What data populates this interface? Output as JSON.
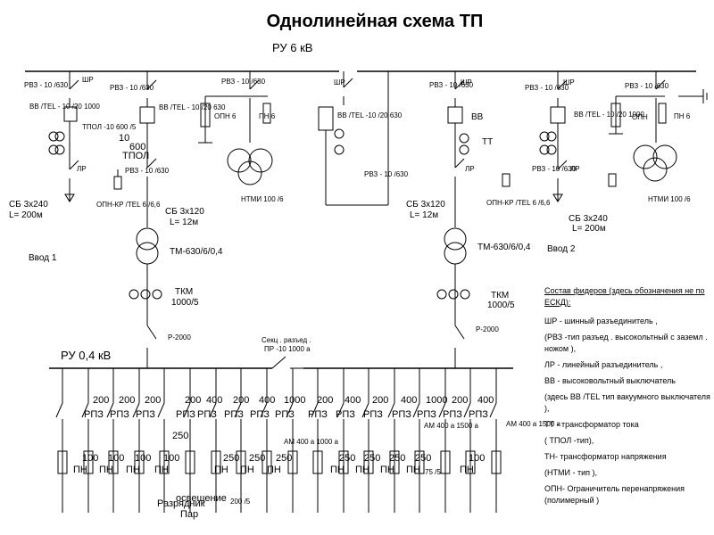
{
  "title": "Однолинейная схема ТП",
  "bus_hv_label": "РУ 6 кВ",
  "bus_lv_label": "РУ 0,4 кВ",
  "inputs": [
    "Ввод 1",
    "Ввод 2"
  ],
  "left": {
    "rvz_top": "РВЗ - 10 /630",
    "shr": "ШР",
    "rvz2": "РВЗ - 10 /630",
    "vv": "ВВ /TEL - 10 /20 1000",
    "tpol": "ТПОЛ -10 600 /5",
    "vv2": "ВВ /TEL - 10 /20 630",
    "lr": "ЛР",
    "rvz3": "РВЗ - 10 /630",
    "opn_kr": "ОПН-КР /TEL 6 /6,6",
    "cable1": "СБ 3х240",
    "cable1_len": "L= 200м",
    "cable2": "СБ 3х120",
    "cable2_len": "L= 12м",
    "tr": "ТМ-630/6/0,4",
    "tkm": "ТКМ",
    "tkm_ratio": "1000/5",
    "r2000": "Р-2000",
    "ovl_10": "10",
    "ovl_600": "600",
    "ovl_tpol": "ТПОЛ"
  },
  "mid": {
    "rvz": "РВЗ - 10 /630",
    "opn": "ОПН 6",
    "pn": "ПН 6",
    "ntmi": "НТМИ 100 /6",
    "shr": "ШР",
    "vv": "ВВ /TEL -10 /20 630",
    "rvz2": "РВЗ - 10 /630",
    "secc": "Секц . разъед .",
    "secc2": "ПР -10 1000 а"
  },
  "right": {
    "rvz": "РВЗ - 10 /630",
    "shr": "ШР",
    "vv": "ВВ",
    "tt": "ТТ",
    "lr": "ЛР",
    "opn_kr": "ОПН-КР /TEL 6 /6,6",
    "cable": "СБ 3х120",
    "cable_len": "L= 12м",
    "tr": "ТМ-630/6/0,4",
    "tkm": "ТКМ",
    "tkm_ratio": "1000/5",
    "r2000": "Р-2000",
    "rvz2": "РВЗ - 10 /630",
    "vv2": "ВВ /TEL - 10 /20 1000",
    "opn": "ОПН",
    "pn": "ПН 6",
    "ntmi": "НТМИ 100 /6",
    "rvz3": "РВЗ - 10 /630",
    "lr2": "ЛР",
    "cable2": "СБ 3х240",
    "cable2_len": "L= 200м",
    "rvz_far": "РВЗ - 10 /630",
    "shr2": "ШР"
  },
  "feeders": {
    "rpz_ratings": [
      "200",
      "200",
      "200",
      "200",
      "400",
      "200",
      "400",
      "1000",
      "200",
      "400",
      "200",
      "400",
      "1000",
      "200",
      "400"
    ],
    "rpz_labels": [
      "РПЗ",
      "РПЗ",
      "РПЗ",
      "РПЗ",
      "РПЗ",
      "РПЗ",
      "РПЗ",
      "РПЗ",
      "РПЗ",
      "РПЗ",
      "РПЗ",
      "РПЗ",
      "РПЗ",
      "РПЗ",
      "РПЗ"
    ],
    "pn_ratings": [
      "100",
      "100",
      "100",
      "100",
      "250",
      "250",
      "250",
      "250",
      "250",
      "250",
      "250",
      "100"
    ],
    "pn_labels": [
      "ПН",
      "ПН",
      "ПН",
      "ПН",
      "ПН",
      "ПН",
      "ПН",
      "ПН",
      "ПН",
      "ПН",
      "ПН",
      "ПН"
    ],
    "am1": "АМ 400 а 1000 а",
    "am2": "АМ 400 а 1500 а",
    "am3": "АМ 400 а 1500 а",
    "ct_left": "200 /5",
    "ct_right": "75 /5",
    "rpz_250": "250",
    "razr": "Разрядник",
    "osv": "освещение",
    "par": "Пар"
  },
  "legend": {
    "title": "Состав фидеров (здесь обозначения не по ЕСКД):",
    "items": [
      "ШР - шинный разъединитель ,",
      "(РВЗ -тип разъед . высокольтный с заземл . ножом ),",
      "ЛР - линейный разъединитель ,",
      "ВВ - высоковольтный выключатель",
      "(здесь ВВ /TEL тип вакуумного выключателя ),",
      "ТТ - трансформатор тока",
      "( ТПОЛ -тип),",
      "ТН- трансформатор напряжения",
      "(НТМИ - тип ),",
      "ОПН- Ограничитель перенапряжения (полимерный )"
    ]
  }
}
